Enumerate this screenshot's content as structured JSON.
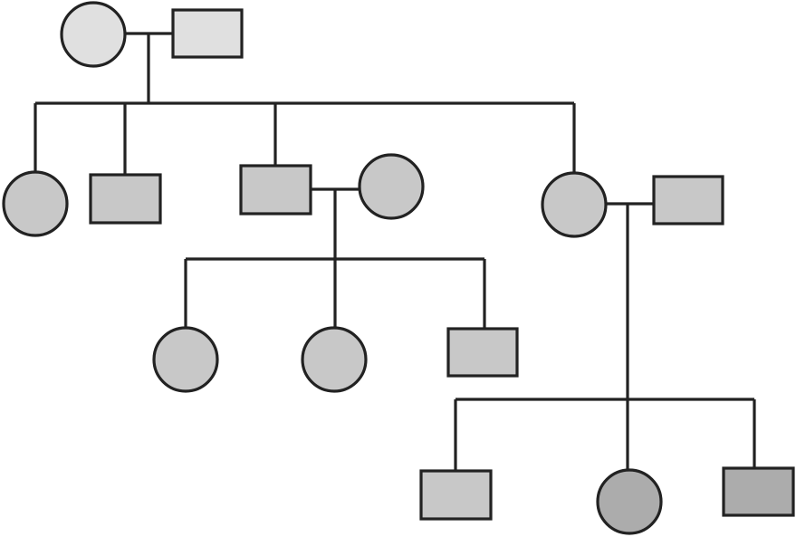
{
  "diagram": {
    "type": "pedigree-chart",
    "colors": {
      "stroke": "#222222",
      "light_fill": "#e0e0e0",
      "medium_fill": "#c8c8c8",
      "dark_fill": "#acacac"
    },
    "generations": [
      {
        "generation": 1,
        "members": [
          {
            "id": "g1-female",
            "sex": "female",
            "shade": "light"
          },
          {
            "id": "g1-male",
            "sex": "male",
            "shade": "light"
          }
        ]
      },
      {
        "generation": 2,
        "members": [
          {
            "id": "g2-female-1",
            "sex": "female",
            "shade": "medium"
          },
          {
            "id": "g2-male-1",
            "sex": "male",
            "shade": "medium"
          },
          {
            "id": "g2-male-2",
            "sex": "male",
            "shade": "medium"
          },
          {
            "id": "g2-spouse-female",
            "sex": "female",
            "shade": "medium"
          },
          {
            "id": "g2-female-2",
            "sex": "female",
            "shade": "medium"
          },
          {
            "id": "g2-spouse-male",
            "sex": "male",
            "shade": "medium"
          }
        ]
      },
      {
        "generation": 3,
        "members": [
          {
            "id": "g3a-female-1",
            "sex": "female",
            "shade": "medium"
          },
          {
            "id": "g3a-female-2",
            "sex": "female",
            "shade": "medium"
          },
          {
            "id": "g3a-male-1",
            "sex": "male",
            "shade": "medium"
          },
          {
            "id": "g3b-male-1",
            "sex": "male",
            "shade": "medium"
          },
          {
            "id": "g3b-female-1",
            "sex": "female",
            "shade": "dark"
          },
          {
            "id": "g3b-male-2",
            "sex": "male",
            "shade": "dark"
          }
        ]
      }
    ]
  }
}
